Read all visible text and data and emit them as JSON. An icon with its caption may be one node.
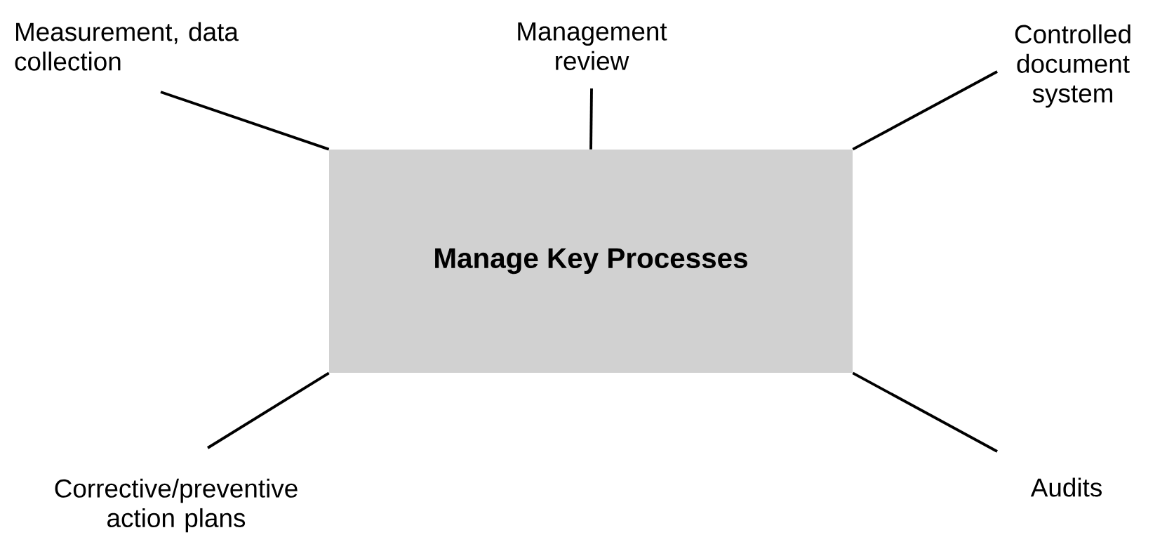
{
  "diagram": {
    "nodes": [
      {
        "text": [
          "Manage Key Processes"
        ]
      },
      {
        "text": [
          "Measurement, data collection"
        ]
      },
      {
        "text": [
          "Management review"
        ]
      },
      {
        "text": [
          "Controlled document system"
        ]
      },
      {
        "text": [
          "Corrective/preventive action plans"
        ]
      },
      {
        "text": [
          "Audits"
        ]
      }
    ],
    "edges": [
      {
        "from": 0,
        "to": 1,
        "arrow": "none"
      },
      {
        "from": 0,
        "to": 2,
        "arrow": "none"
      },
      {
        "from": 0,
        "to": 3,
        "arrow": "none"
      },
      {
        "from": 0,
        "to": 4,
        "arrow": "none"
      },
      {
        "from": 0,
        "to": 5,
        "arrow": "none"
      }
    ]
  }
}
